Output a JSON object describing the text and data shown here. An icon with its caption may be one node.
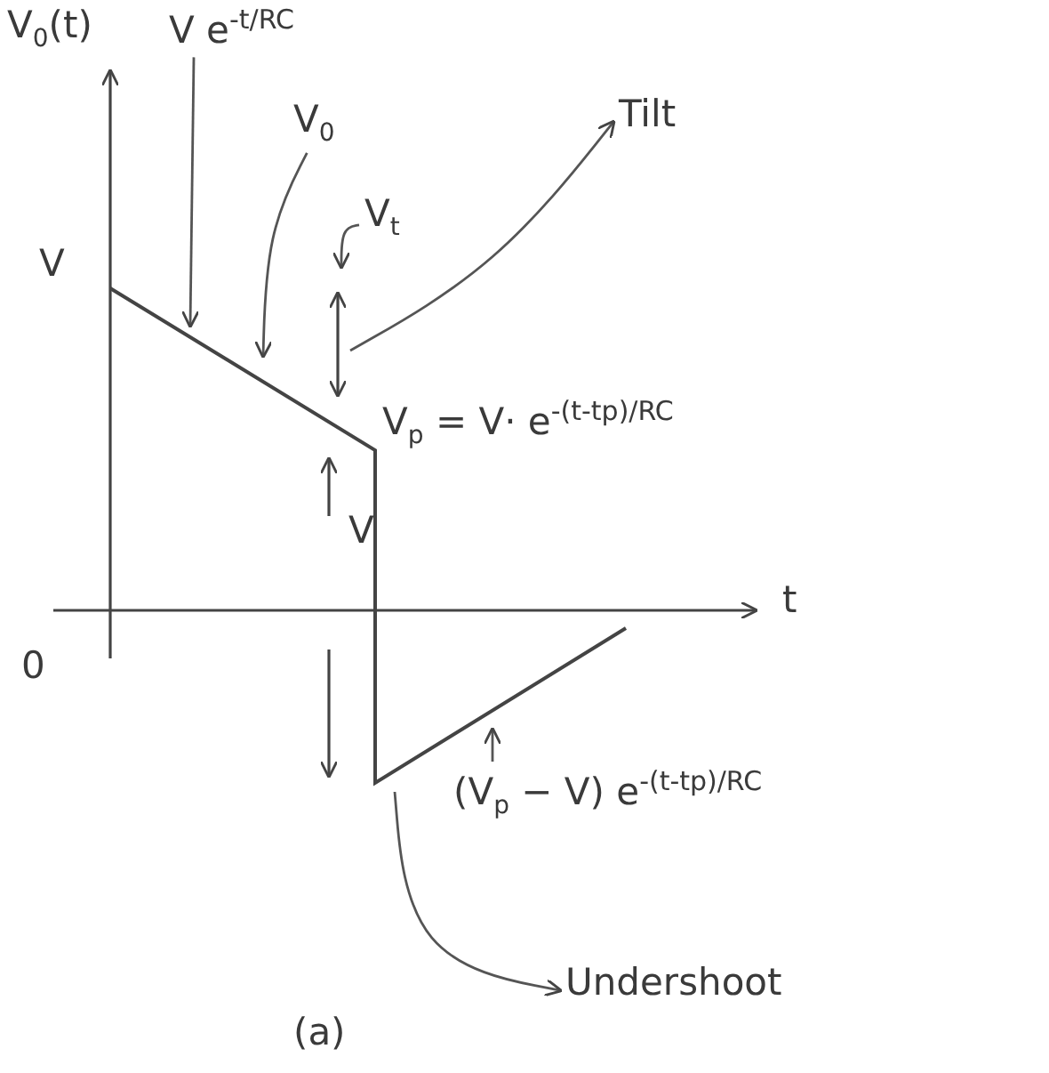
{
  "diagram": {
    "nodes": [
      {
        "text": [
          "V e$^{-t/RC}$"
        ]
      },
      {
        "text": [
          "V$_{0}$"
        ]
      },
      {
        "text": [
          "V$_{t}$"
        ]
      },
      {
        "text": [
          "Tilt"
        ]
      },
      {
        "text": [
          "(V$_{p}$ − V) e$^{-(t-tp)/RC}$"
        ]
      },
      {
        "text": [
          "Undershoot"
        ]
      }
    ],
    "edges": [
      {
        "from": 0,
        "to": null,
        "arrow": "to"
      },
      {
        "from": 1,
        "to": null,
        "arrow": "to"
      },
      {
        "from": 2,
        "to": null,
        "arrow": "to"
      },
      {
        "from": null,
        "to": 3,
        "arrow": "to"
      },
      {
        "from": 4,
        "to": null,
        "arrow": "to"
      },
      {
        "from": null,
        "to": 5,
        "arrow": "to"
      }
    ],
    "labels": [
      "V$_{0}$(t)",
      "V",
      "V$_{p}$ = V· e$^{-(t-tp)/RC}$",
      "V",
      "t",
      "0",
      "(a)"
    ]
  }
}
